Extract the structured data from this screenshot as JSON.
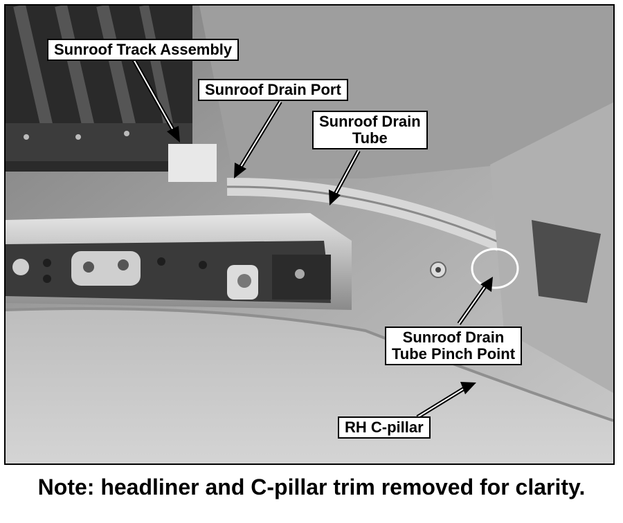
{
  "labels": {
    "track_assembly": "Sunroof Track Assembly",
    "drain_port": "Sunroof Drain Port",
    "drain_tube_line1": "Sunroof Drain",
    "drain_tube_line2": "Tube",
    "pinch_point_line1": "Sunroof Drain",
    "pinch_point_line2": "Tube Pinch Point",
    "c_pillar": "RH C-pillar"
  },
  "caption": "Note: headliner and C-pillar trim removed for clarity.",
  "colors": {
    "frame": "#000000",
    "label_bg": "#ffffff",
    "highlight_circle": "#ffffff"
  }
}
